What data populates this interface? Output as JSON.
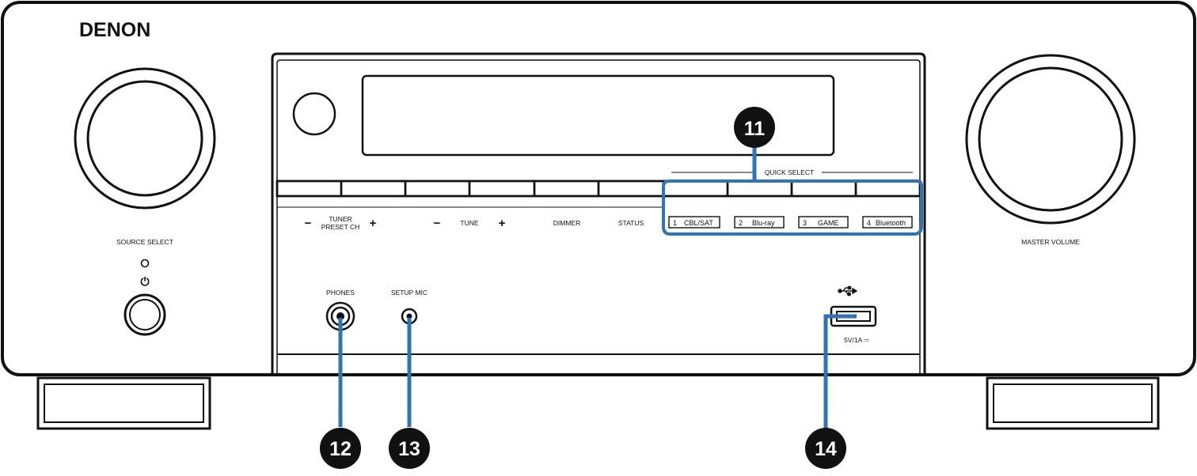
{
  "brand": "DENON",
  "left_panel": {
    "source_select": "SOURCE SELECT",
    "power_symbol": "⏻"
  },
  "right_panel": {
    "master_volume": "MASTER VOLUME"
  },
  "buttons": {
    "tuner_minus": "−",
    "tuner_line1": "TUNER",
    "tuner_line2": "PRESET CH",
    "tuner_plus": "+",
    "tune_minus": "−",
    "tune": "TUNE",
    "tune_plus": "+",
    "dimmer": "DIMMER",
    "status": "STATUS"
  },
  "quick_select": {
    "heading": "QUICK SELECT",
    "items": [
      {
        "num": "1",
        "label": "CBL/SAT"
      },
      {
        "num": "2",
        "label": "Blu-ray"
      },
      {
        "num": "3",
        "label": "GAME"
      },
      {
        "num": "4",
        "label": "Bluetooth"
      }
    ]
  },
  "jacks": {
    "phones": "PHONES",
    "setup_mic": "SETUP MIC",
    "usb_rating": "5V/1A ⎓"
  },
  "callouts": {
    "c11": "11",
    "c12": "12",
    "c13": "13",
    "c14": "14",
    "color": "#2e75b6"
  }
}
